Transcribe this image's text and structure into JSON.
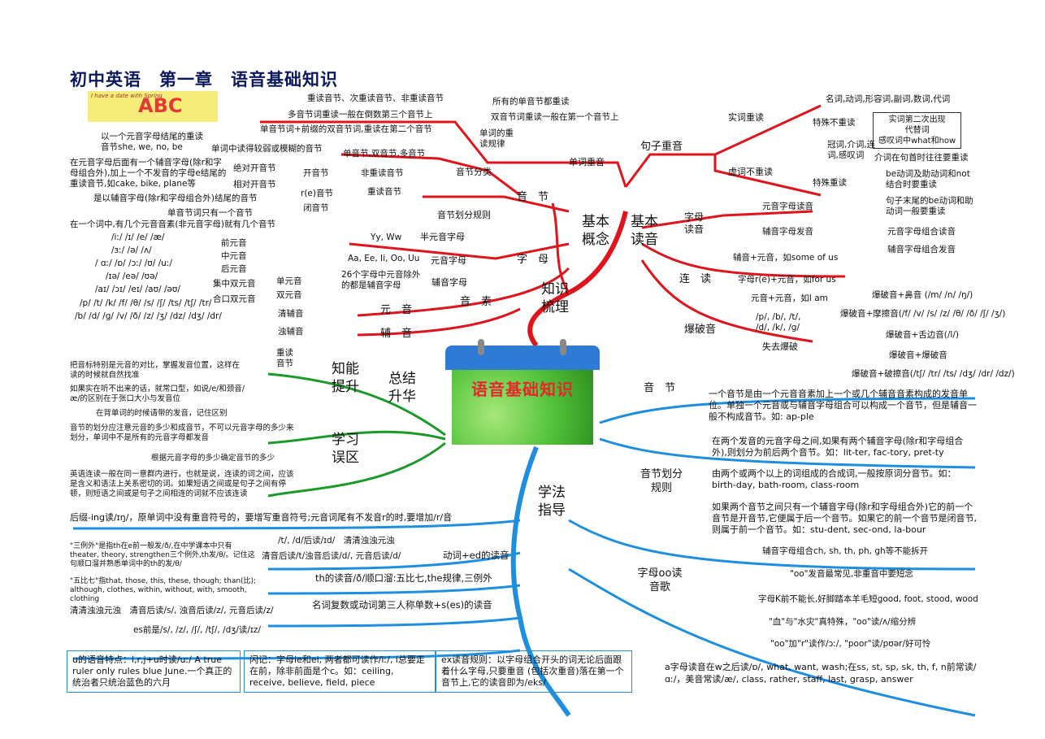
{
  "title": "初中英语　第一章　语音基础知识",
  "banner": {
    "small": "I have a date with Spring",
    "letters": "ABC"
  },
  "center": "语音基础知识",
  "hubs": {
    "jiben_gainian": "基本概念",
    "jiben_duyin": "基本读音",
    "zhishi_shuli": "知识梳理",
    "zongjie": "总结升华",
    "zhineng": "知能提升",
    "xuexi_wuqu": "学习误区",
    "xuefa": "学法指导"
  },
  "concept": {
    "yinjie": "音　节",
    "zimu": "字　母",
    "yinsu": "音　素",
    "yuanyin": "元　音",
    "fuyin": "辅　音",
    "yinjie_fenlei": "音节分类",
    "yinjie_huafen": "音节划分规则",
    "huafen1": "单音节词只有一个音节",
    "huafen2": "在一个词中,有几个元音音素(非元音字母)就有几个音节",
    "danshuang": "单音节,双音节,多音节",
    "feizhongdu": "非重读音节",
    "zhongdu": "重读音节",
    "fanwei_desc": "单词中读得较弱或模糊的音节",
    "kaiyinjie": "开音节",
    "jueduikai": "绝对开音节",
    "xiangduikai": "相对开音节",
    "kai_desc1": "以一个元音字母结尾的重读音节she, we, no, be",
    "kai_desc2": "在元音字母后面有一个辅音字母(除r和字母组合外),加上一个不发音的字母e结尾的重读音节,如cake, bike, plane等",
    "r_yinjie": "r(e)音节",
    "biyinjie": "闭音节",
    "bi_desc": "是以辅音字母(除r和字母组合外)结尾的音节",
    "zhong_a": "重读音节、次重读音节、非重读音节",
    "zhong_b": "多音节词重读一般在倒数第三个音节上",
    "zhong_c": "单音节词+前缀的双音节词,重读在第二个音节",
    "ciguize": "单词的重读规律",
    "danci_zhongdu": "单词重音",
    "rule1": "所有的单音节都重读",
    "rule2": "双音节词重读一般在第一个音节上",
    "banyuanyin_label": "半元音字母",
    "banyuanyin_val": "Yy, Ww",
    "yuanyin_label": "元音字母",
    "yuanyin_val": "Aa, Ee, Ii, Oo, Uu",
    "fuyin_label": "辅音字母",
    "fuyin_val": "26个字母中元音除外的都是辅音字母",
    "qian": "/iː/ /ɪ/ /e/ /æ/",
    "zhong": "/ɜː/ /ə/ /ʌ/",
    "hou": "/ ɑː/ /ɒ/ /ɔː/ /ʊ/ /uː/",
    "jizhong": "/ɪə/ /eə/ /ʊə/",
    "heyi": "/aɪ/ /ɔɪ/ /eɪ/ /aʊ/ /əʊ/",
    "qianyuan": "前元音",
    "zhongyuan": "中元音",
    "houyuan": "后元音",
    "jizhongshuang": "集中双元音",
    "heyishuang": "合口双元音",
    "danyuan": "单元音",
    "shuangyuan": "双元音",
    "qing_phon": "/p/ /t/ /k/ /f/ /θ/ /s/ /ʃ/ /ts/ /tʃ/ /tr/",
    "zhuo_phon": "/b/ /d/ /g/ /v/ /ð/ /z/ /ʒ/ /dz/ /dʒ/ /dr/",
    "qingfuyin": "清辅音",
    "zhuofuyin": "浊辅音"
  },
  "reading": {
    "juzi_zhongyin": "句子重音",
    "shici": "实词重读",
    "shici_list": "名词,动词,形容词,副词,数词,代词",
    "teshu_buzhong": "特殊不重读",
    "teshu_box": "实词第二次出现\n代替词\n感叹词中what和how",
    "xuci": "虚词不重读",
    "xuci_list": "冠词,介词,连词,感叹词",
    "teshu_zhong": "特殊重读",
    "teshu_z1": "介词在句首时往往要重读",
    "teshu_z2": "be动词及助动词和not结合时要重读",
    "teshu_z3": "句子末尾的be动词和助动词一般要重读",
    "zimu_duyin": "字母读音",
    "yuan_duyin": "元音字母读音",
    "fu_fayin": "辅音字母发音",
    "yuan_zuhe": "元音字母组合读音",
    "fu_zuhe": "辅音字母组合发音",
    "liandu": "连　读",
    "liandu1": "辅音+元音，如some of us",
    "liandu2": "字母r(e)+元音，如for us",
    "liandu3": "元音+元音，如I am",
    "baopo": "爆破音",
    "baopo_list": "/p/, /b/, /t/, /d/, /k/, /g/",
    "shiqu": "失去爆破",
    "bp1": "爆破音+鼻音 (/m/ /n/ /ŋ/)",
    "bp2": "爆破音+摩擦音(/f/ /v/ /s/ /z/ /θ/ /ð/ /ʃ/ /ʒ/)",
    "bp3": "爆破音+舌边音(/l/)",
    "bp4": "爆破音+爆破音",
    "bp5": "爆破音+破擦音(/tʃ/ /tr/ /ts/ /dʒ/ /dr/ /dz/)"
  },
  "summary": {
    "zhongdu_yinjie": "重读音节",
    "z1": "把音标特别是元音的对比，掌握发音位置，这样在读的时候就自然找准",
    "z2": "如果实在听不出来的话，就常口型，如说/e/和颈音/æ/的区别在于张口大小与发音位",
    "z3": "在背单词的时候请带的发音，记住区别",
    "w1": "音节的划分应注意元音的多少和成音节，不可以元音字母的多少来划分，单词中不是所有的元音字母都发音",
    "w2": "根据元音字母的多少确定音节的多少",
    "w3": "英语连读一般在同一意群内进行，也就是说，连读的词之间，应该是含义和语法上关系密切的词。如果短语之间或是句子之间有停顿，则短语之间或是句子之间相连的词就不应该连读"
  },
  "method": {
    "yinjie": "音　节",
    "yinjie_desc": "一个音节是由一个元音音素加上一个或几个辅音音素构成的发音单位。单独一个元音或与辅音字母组合可以构成一个音节，但是辅音一般不构成音节。如: ap-ple",
    "huafen": "音节划分规则",
    "hf1": "在两个发音的元音字母之间,如果有两个辅音字母(除r和字母组合外),则划分为前后两个音节。如：lit-ter, fac-tory, pret-ty",
    "hf2": "由两个或两个以上的词组成的合成词,一般按原词分音节。如：birth-day, bath-room, class-room",
    "hf3": "如果两个音节之间只有一个辅音字母(除r和字母组合外)它的前一个音节是开音节,它便属于后一个音节。如果它的前一个音节是闭音节,则属于前一个音节。如：stu-dent, sec-ond, la-bour",
    "hf4": "辅音字母组合ch, sh, th, ph, gh等不能拆开",
    "oo": "字母oo读音歌",
    "oo1": "\"oo\"发音最常见,非重音中要短念",
    "oo2": "字母K前不能长,好脚踏本羊毛短good, foot, stood, wood",
    "oo3": "\"血\"与\"水灾\"真特殊，\"oo\"读/ʌ/缩分辨",
    "oo4": "\"oo\"加\"r\"读作/ɔː/, \"poor\"读/pʊər/好可怜",
    "a_rule": "a字母读音在w之后读/ɒ/, what, want, wash;在ss, st, sp, sk, th, f, n前常读/ ɑː/，美音常读/æ/, class, rather, staff, last, grasp, answer",
    "ing": "后缀-ing读/ɪŋ/，原单词中没有重音符号的，要增写重音符号;元音词尾有不发音r的时,要增加/r/音",
    "ed_label": "动词+ed的读音",
    "ed1": "/t/, /d/后读/ɪd/　清清浊浊元浊",
    "ed2": "清音后读/t/浊音后读/d/, 元音后读/d/",
    "ed3": "\"三例外\"是指th在e前一般发/ð/,在中学课本中只有theater, theory, strengthen三个例外,th发/θ/。记住这句顺口溜并熟悉单词中的th的发/θ/",
    "th_label": "th的读音/ð/顺口溜:五比七,the规律,三例外",
    "th1": "\"五比七\"指that, those, this, these, though; than(比); although, clothes, within, without, with, smooth, clothing",
    "s_label": "名词复数或动词第三人称单数+s(es)的读音",
    "s1": "清清浊浊元浊　清音后读/s/, 浊音后读/z/, 元音后读/z/",
    "s2": "es前是/s/, /z/, /ʃ/, /tʃ/, /dʒ/读/ɪz/",
    "u_box": "u的语音特点：l,r,j+u时读/uː/ A true ruler only rules blue June.一个真正的统治者只统治蓝色的六月",
    "ie_box": "闪记：字母ie和ei, 两者都可读作/iː/, i总要走在前，除非前面是个c。如：ceiling, receive, believe, field, piece",
    "ex_box": "ex读音规则：以字母组合开头的词无论后面跟着什么字母,只要重音 (包括次重音)落在第一个音节上,它的读音即为/eks/"
  }
}
